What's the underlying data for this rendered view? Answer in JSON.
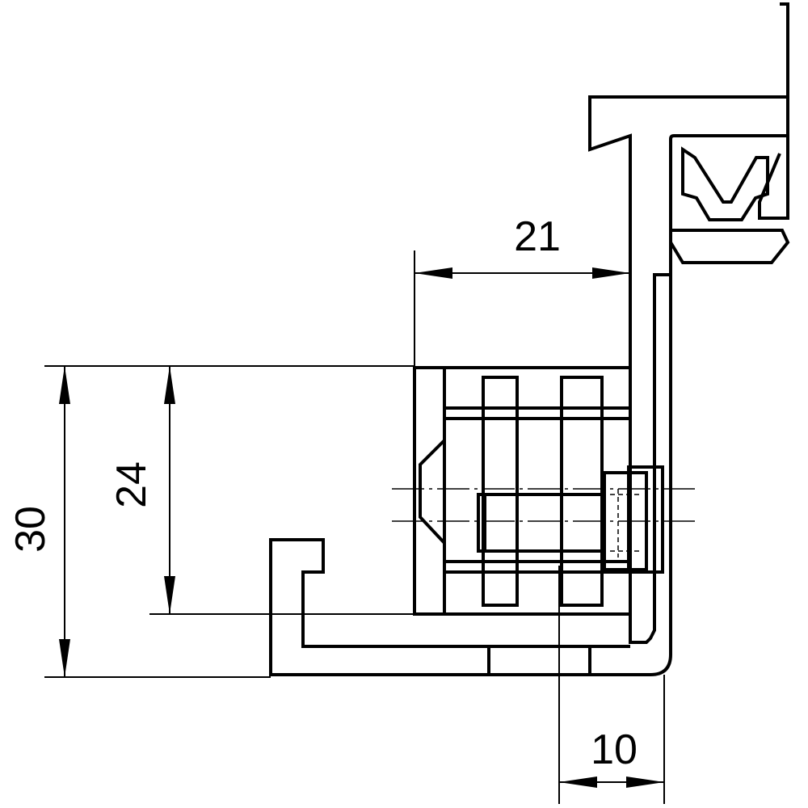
{
  "dimensions": {
    "d21": "21",
    "d24": "24",
    "d30": "30",
    "d10": "10"
  },
  "colors": {
    "line": "#000000",
    "background": "#ffffff"
  }
}
